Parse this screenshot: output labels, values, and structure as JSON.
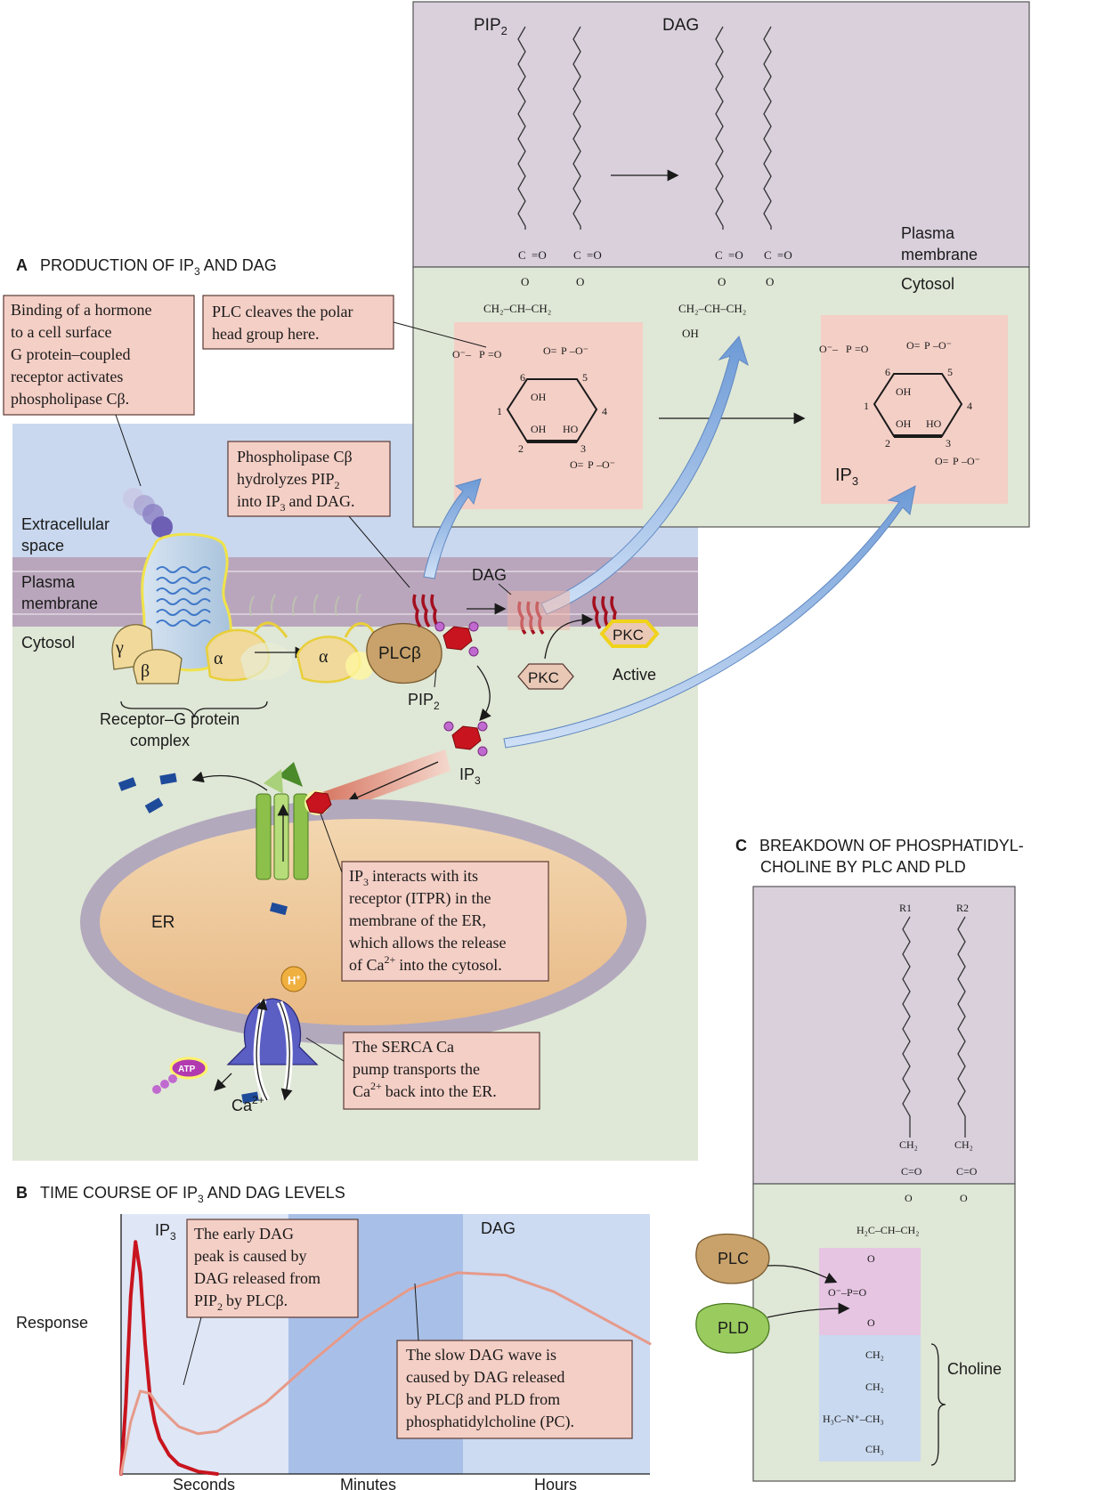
{
  "panel_a": {
    "title_prefix": "A",
    "title_main": "PRODUCTION OF IP",
    "title_sub": "3",
    "title_suffix": " AND DAG",
    "callout_hormone": [
      "Binding of a hormone",
      "to a cell surface",
      "G protein–coupled",
      "receptor activates",
      "phospholipase Cβ."
    ],
    "callout_cleave": [
      "PLC cleaves the polar",
      "head group here."
    ],
    "callout_hydrolyze": [
      "Phospholipase Cβ",
      "hydrolyzes PIP",
      "into IP",
      "and DAG."
    ],
    "callout_itpr": [
      "IP",
      "interacts with its",
      "receptor (ITPR) in the",
      "membrane of the ER,",
      "which allows the release",
      "of Ca",
      "into the cytosol."
    ],
    "callout_serca": [
      "The SERCA Ca",
      "pump transports the",
      "Ca",
      "back into the ER."
    ],
    "label_extracellular": [
      "Extracellular",
      "space"
    ],
    "label_plasma_membrane": [
      "Plasma",
      "membrane"
    ],
    "label_cytosol": "Cytosol",
    "label_receptor_complex": [
      "Receptor–G protein",
      "complex"
    ],
    "label_gamma": "γ",
    "label_beta": "β",
    "label_alpha": "α",
    "label_plcb": "PLCβ",
    "label_pip2": "PIP",
    "label_dag": "DAG",
    "label_ip3": "IP",
    "label_pkc": "PKC",
    "label_pkc_active": "PKC",
    "label_active": "Active",
    "label_er": "ER",
    "label_h": "H",
    "label_atp": "ATP",
    "label_ca": "Ca",
    "sub_2": "2",
    "sub_3": "3",
    "sup_2plus": "2+",
    "sup_plus": "+"
  },
  "inset": {
    "label_pip2": "PIP",
    "label_dag": "DAG",
    "label_plasma_membrane": [
      "Plasma",
      "membrane"
    ],
    "label_cytosol": "Cytosol",
    "label_ip3": "IP",
    "carbonyl": "C",
    "oxygen": "O",
    "oh": "OH",
    "ho": "HO",
    "ring_numbers": [
      "1",
      "2",
      "3",
      "4",
      "5",
      "6"
    ],
    "phosphate": "P",
    "ch": "CH",
    "ch2": "CH"
  },
  "panel_b": {
    "title_prefix": "B",
    "title_main": "TIME COURSE OF IP",
    "title_sub": "3",
    "title_suffix": " AND DAG LEVELS",
    "ylabel": "Response",
    "x_labels": [
      "Seconds",
      "Minutes",
      "Hours"
    ],
    "series_ip3": "IP",
    "series_dag": "DAG",
    "callout_early": [
      "The early DAG",
      "peak is caused by",
      "DAG released from",
      "PIP",
      "by PLCβ."
    ],
    "callout_slow": [
      "The slow DAG wave is",
      "caused by DAG released",
      "by PLCβ and PLD from",
      "phosphatidylcholine (PC)."
    ]
  },
  "panel_c": {
    "title_prefix": "C",
    "title_lines": [
      "BREAKDOWN OF PHOSPHATIDYL-",
      "CHOLINE BY PLC AND PLD"
    ],
    "r1": "R1",
    "r2": "R2",
    "label_plc": "PLC",
    "label_pld": "PLD",
    "label_choline": "Choline"
  },
  "chart_data": {
    "type": "line",
    "title": "TIME COURSE OF IP3 AND DAG LEVELS",
    "xlabel": "",
    "ylabel": "Response",
    "x_phases": [
      "Seconds",
      "Minutes",
      "Hours"
    ],
    "series": [
      {
        "name": "IP3",
        "x": [
          0.0,
          0.05,
          0.1,
          0.15,
          0.2,
          0.25,
          0.3,
          0.35,
          0.4,
          0.5,
          0.6,
          0.8,
          1.0
        ],
        "values": [
          0.0,
          0.3,
          0.75,
          0.98,
          0.85,
          0.55,
          0.33,
          0.22,
          0.15,
          0.08,
          0.04,
          0.01,
          0.0
        ]
      },
      {
        "name": "DAG",
        "x": [
          0.0,
          0.1,
          0.2,
          0.3,
          0.4,
          0.6,
          0.8,
          1.0,
          1.5,
          2.0,
          2.5,
          3.0,
          3.5,
          4.0,
          4.5,
          5.0,
          5.5
        ],
        "values": [
          0.0,
          0.22,
          0.35,
          0.34,
          0.28,
          0.2,
          0.17,
          0.18,
          0.3,
          0.48,
          0.65,
          0.78,
          0.85,
          0.84,
          0.77,
          0.66,
          0.55
        ]
      }
    ]
  },
  "colors": {
    "membrane": "#b7a3ba",
    "cytosol": "#dfe7d6",
    "extracellular": "#c9d8ef",
    "callout": "#f4cfc6",
    "ip3_red": "#c8141e",
    "dag_wave": "#e69a8a",
    "arrow_blue": "#9bbde6"
  }
}
